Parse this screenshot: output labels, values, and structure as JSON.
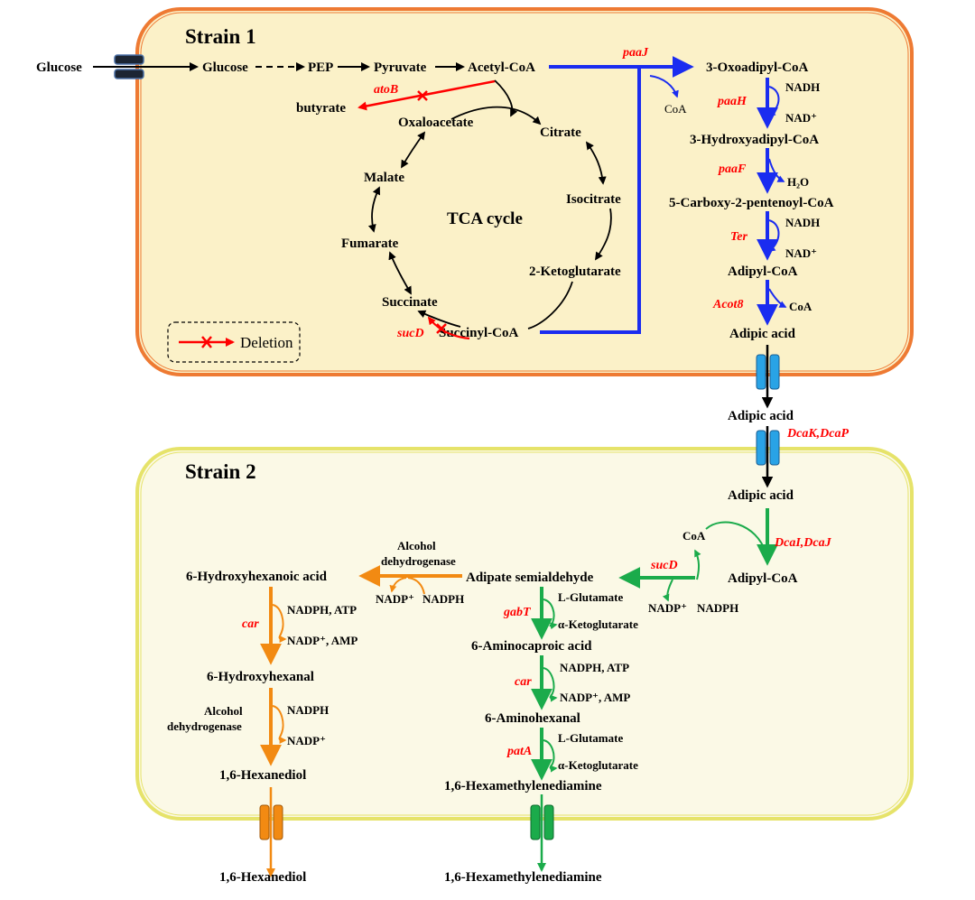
{
  "colors": {
    "strain1_fill": "#fbf1c8",
    "strain1_border": "#ee7a33",
    "strain2_fill": "#fbf9e6",
    "strain2_border": "#e6e36a",
    "blue_path": "#1a2cf0",
    "green_path": "#1bab4b",
    "orange_path": "#f28a12",
    "deletion": "#ff0000",
    "transporter": "#29a3e6",
    "enzyme_text": "#ff0000"
  },
  "strain1": {
    "title": "Strain 1",
    "glucose_ext": "Glucose",
    "glucose": "Glucose",
    "pep": "PEP",
    "pyruvate": "Pyruvate",
    "acetyl_coa": "Acetyl-CoA",
    "butyrate": "butyrate",
    "atoB": "atoB",
    "oxaloacetate": "Oxaloacetate",
    "citrate": "Citrate",
    "malate": "Malate",
    "isocitrate": "Isocitrate",
    "tca": "TCA cycle",
    "fumarate": "Fumarate",
    "ketoglutarate": "2-Ketoglutarate",
    "succinate": "Succinate",
    "sucD": "sucD",
    "succinyl_coa": "Succinyl-CoA",
    "legend_deletion": "Deletion",
    "paaJ": "paaJ",
    "oxoadipyl": "3-Oxoadipyl-CoA",
    "coa1": "CoA",
    "paaH": "paaH",
    "nadh1": "NADH",
    "nad1": "NAD⁺",
    "hydroxyadipyl": "3-Hydroxyadipyl-CoA",
    "paaF": "paaF",
    "h2o": "H₂O",
    "carboxy": "5-Carboxy-2-pentenoyl-CoA",
    "ter": "Ter",
    "nadh2": "NADH",
    "nad2": "NAD⁺",
    "adipyl": "Adipyl-CoA",
    "acot8": "Acot8",
    "coa2": "CoA",
    "adipic": "Adipic acid"
  },
  "middle": {
    "adipic": "Adipic acid",
    "dcaKP": "DcaK,DcaP"
  },
  "strain2": {
    "title": "Strain 2",
    "adipic": "Adipic acid",
    "coa": "CoA",
    "dcaIJ": "DcaI,DcaJ",
    "adipyl": "Adipyl-CoA",
    "sucD": "sucD",
    "nadp_r": "NADP⁺",
    "nadph_r": "NADPH",
    "semialdehyde": "Adipate semialdehyde",
    "alcohol_dh1_line1": "Alcohol",
    "alcohol_dh1_line2": "dehydrogenase",
    "nadp_l": "NADP⁺",
    "nadph_l": "NADPH",
    "hydroxyhexanoic": "6-Hydroxyhexanoic acid",
    "car1": "car",
    "nadph_atp1": "NADPH, ATP",
    "nadp_amp1": "NADP⁺, AMP",
    "hydroxyhexanal": "6-Hydroxyhexanal",
    "alcohol_dh2_line1": "Alcohol",
    "alcohol_dh2_line2": "dehydrogenase",
    "nadph2": "NADPH",
    "nadp2": "NADP⁺",
    "hexanediol": "1,6-Hexanediol",
    "gabT": "gabT",
    "glutamate1": "L-Glutamate",
    "aketo1": "α-Ketoglutarate",
    "aminocaproic": "6-Aminocaproic acid",
    "car2": "car",
    "nadph_atp2": "NADPH, ATP",
    "nadp_amp2": "NADP⁺, AMP",
    "aminohexanal": "6-Aminohexanal",
    "patA": "patA",
    "glutamate2": "L-Glutamate",
    "aketo2": "α-Ketoglutarate",
    "hmda": "1,6-Hexamethylenediamine"
  },
  "outside": {
    "hexanediol": "1,6-Hexanediol",
    "hmda": "1,6-Hexamethylenediamine"
  }
}
